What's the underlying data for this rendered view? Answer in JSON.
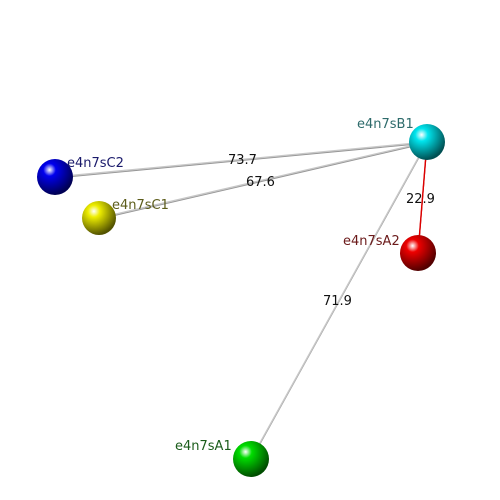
{
  "nodes": [
    {
      "id": "e4n7sB1",
      "label": "e4n7sB1",
      "color": "#00e5ee",
      "label_color": "#2e6b6b"
    },
    {
      "id": "e4n7sC2",
      "label": "e4n7sC2",
      "color": "#0000ee",
      "label_color": "#1a1a6b"
    },
    {
      "id": "e4n7sC1",
      "label": "e4n7sC1",
      "color": "#eeee00",
      "label_color": "#5c5c1a"
    },
    {
      "id": "e4n7sA2",
      "label": "e4n7sA2",
      "color": "#ee0000",
      "label_color": "#6b1a1a"
    },
    {
      "id": "e4n7sA1",
      "label": "e4n7sA1",
      "color": "#00dd00",
      "label_color": "#1a5c1a"
    }
  ],
  "edges": [
    {
      "from": "e4n7sC2",
      "to": "e4n7sB1",
      "label": "73.7",
      "color": "#c8c8c8"
    },
    {
      "from": "e4n7sC1",
      "to": "e4n7sB1",
      "label": "67.6",
      "color": "#c8c8c8"
    },
    {
      "from": "e4n7sA2",
      "to": "e4n7sB1",
      "label": "22.9",
      "color": "#dd0000"
    },
    {
      "from": "e4n7sA1",
      "to": "e4n7sB1",
      "label": "71.9",
      "color": "#c8c8c8"
    }
  ]
}
